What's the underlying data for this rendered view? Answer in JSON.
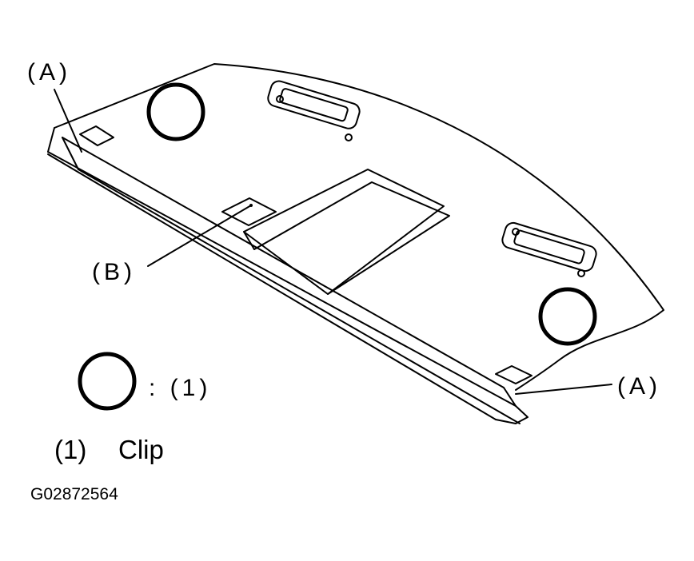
{
  "labels": {
    "part_a": "(A)",
    "part_b": "(B)",
    "clip_ref": ": (1)",
    "legend_num": "(1)",
    "legend_text": "Clip",
    "figure_code": "G02872564"
  },
  "colors": {
    "line": "#000000",
    "background": "#ffffff"
  }
}
